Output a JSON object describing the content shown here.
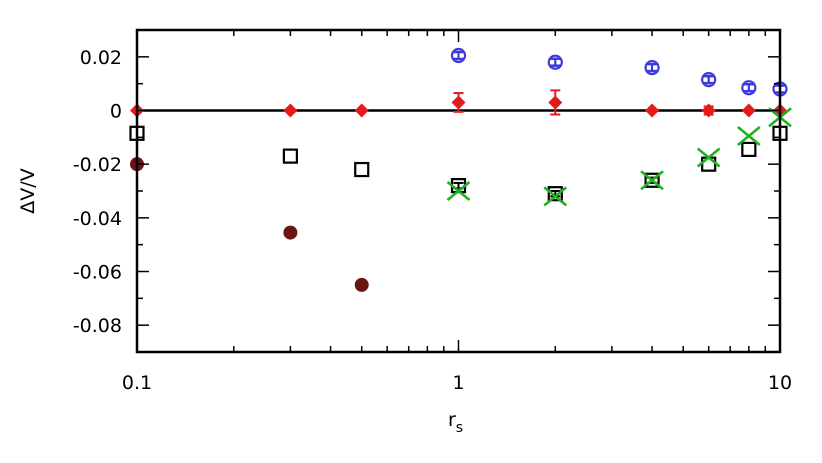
{
  "chart_data": {
    "type": "scatter",
    "xscale": "log",
    "xlim": [
      0.1,
      10
    ],
    "ylim": [
      -0.09,
      0.03
    ],
    "xlabel": "r",
    "xlabel_sub": "s",
    "ylabel": "ΔV/V",
    "grid": false,
    "xticks": [
      {
        "value": 0.1,
        "label": "0.1"
      },
      {
        "value": 1,
        "label": "1"
      },
      {
        "value": 10,
        "label": "10"
      }
    ],
    "yticks": [
      {
        "value": 0.02,
        "label": "0.02"
      },
      {
        "value": 0,
        "label": "0"
      },
      {
        "value": -0.02,
        "label": "-0.02"
      },
      {
        "value": -0.04,
        "label": "-0.04"
      },
      {
        "value": -0.06,
        "label": "-0.06"
      },
      {
        "value": -0.08,
        "label": "-0.08"
      }
    ],
    "reference_line": {
      "y": 0,
      "color": "#000000"
    },
    "series": [
      {
        "marker": "circle-open-bar",
        "color": "#3a3adf",
        "points": [
          {
            "x": 1,
            "y": 0.0205,
            "err": 0.0012
          },
          {
            "x": 2,
            "y": 0.018,
            "err": 0.0012
          },
          {
            "x": 4,
            "y": 0.016,
            "err": 0.0012
          },
          {
            "x": 6,
            "y": 0.0115,
            "err": 0.0012
          },
          {
            "x": 8,
            "y": 0.0085,
            "err": 0.0012
          },
          {
            "x": 10,
            "y": 0.008,
            "err": 0.0012
          }
        ]
      },
      {
        "marker": "diamond",
        "color": "#e41a1c",
        "points": [
          {
            "x": 0.1,
            "y": 0,
            "err": 0
          },
          {
            "x": 0.3,
            "y": 0,
            "err": 0
          },
          {
            "x": 0.5,
            "y": 0,
            "err": 0
          },
          {
            "x": 1,
            "y": 0.003,
            "err": 0.0035
          },
          {
            "x": 2,
            "y": 0.003,
            "err": 0.0045
          },
          {
            "x": 4,
            "y": 0,
            "err": 0
          },
          {
            "x": 6,
            "y": 0,
            "err": 0.0015
          },
          {
            "x": 8,
            "y": 0,
            "err": 0
          },
          {
            "x": 10,
            "y": 0,
            "err": 0
          }
        ]
      },
      {
        "marker": "square-open",
        "color": "#000000",
        "points": [
          {
            "x": 0.1,
            "y": -0.0085,
            "err": 0
          },
          {
            "x": 0.3,
            "y": -0.017,
            "err": 0
          },
          {
            "x": 0.5,
            "y": -0.022,
            "err": 0
          },
          {
            "x": 1,
            "y": -0.028,
            "err": 0.001
          },
          {
            "x": 2,
            "y": -0.031,
            "err": 0.001
          },
          {
            "x": 4,
            "y": -0.026,
            "err": 0.001
          },
          {
            "x": 6,
            "y": -0.02,
            "err": 0
          },
          {
            "x": 8,
            "y": -0.0145,
            "err": 0
          },
          {
            "x": 10,
            "y": -0.0085,
            "err": 0
          }
        ]
      },
      {
        "marker": "x",
        "color": "#22b022",
        "points": [
          {
            "x": 1,
            "y": -0.03,
            "err": 0
          },
          {
            "x": 2,
            "y": -0.032,
            "err": 0
          },
          {
            "x": 4,
            "y": -0.026,
            "err": 0
          },
          {
            "x": 6,
            "y": -0.0175,
            "err": 0
          },
          {
            "x": 8,
            "y": -0.0095,
            "err": 0
          },
          {
            "x": 10,
            "y": -0.0025,
            "err": 0
          }
        ]
      },
      {
        "marker": "circle-filled",
        "color": "#6b1414",
        "points": [
          {
            "x": 0.1,
            "y": -0.02,
            "err": 0
          },
          {
            "x": 0.3,
            "y": -0.0455,
            "err": 0
          },
          {
            "x": 0.5,
            "y": -0.065,
            "err": 0
          }
        ]
      }
    ]
  }
}
